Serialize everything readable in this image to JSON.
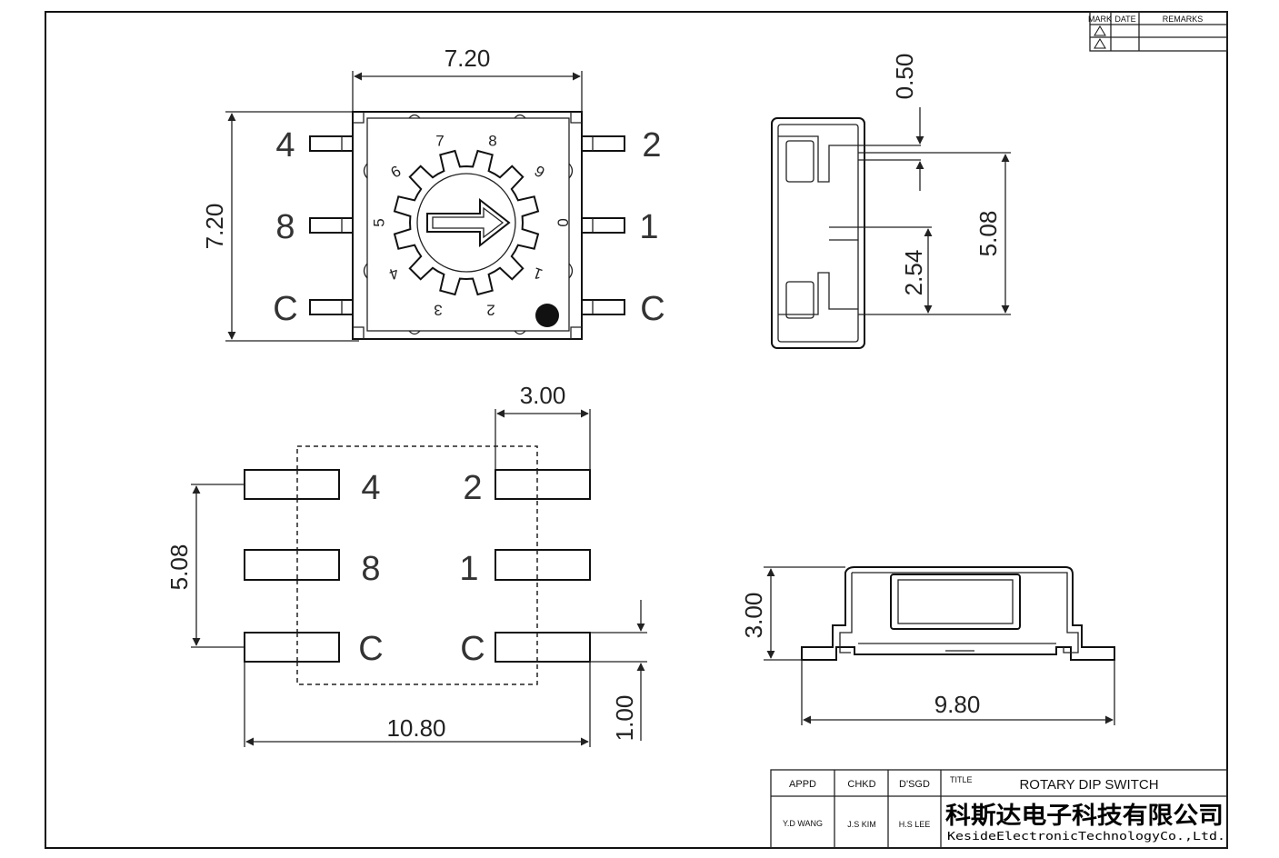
{
  "revision_table": {
    "headers": [
      "MARK",
      "DATE",
      "REMARKS"
    ],
    "mark_icon": "warning-triangle-icon"
  },
  "top_view": {
    "width_dim": "7.20",
    "height_dim": "7.20",
    "pins_left": [
      "4",
      "8",
      "C"
    ],
    "pins_right": [
      "2",
      "1",
      "C"
    ],
    "dial_numbers": [
      "0",
      "1",
      "2",
      "3",
      "4",
      "5",
      "6",
      "7",
      "8",
      "9"
    ],
    "arrow_icon": "right-arrow-icon"
  },
  "side_view": {
    "dim_top": "0.50",
    "dim_height": "5.08",
    "dim_pitch": "2.54"
  },
  "footprint": {
    "dim_pad": "3.00",
    "dim_pitch": "5.08",
    "dim_width": "10.80",
    "dim_pad_height": "1.00",
    "labels_left": [
      "4",
      "8",
      "C"
    ],
    "labels_right": [
      "2",
      "1",
      "C"
    ]
  },
  "front_view": {
    "dim_height": "3.00",
    "dim_width": "9.80"
  },
  "title_block": {
    "appd_label": "APPD",
    "chkd_label": "CHKD",
    "dsgd_label": "D'SGD",
    "title_label": "TITLE",
    "title": "ROTARY DIP SWITCH",
    "appd_name": "Y.D WANG",
    "chkd_name": "J.S KIM",
    "dsgd_name": "H.S LEE",
    "company_cn": "科斯达电子科技有限公司",
    "company_en": "KesideElectronicTechnologyCo.,Ltd."
  }
}
